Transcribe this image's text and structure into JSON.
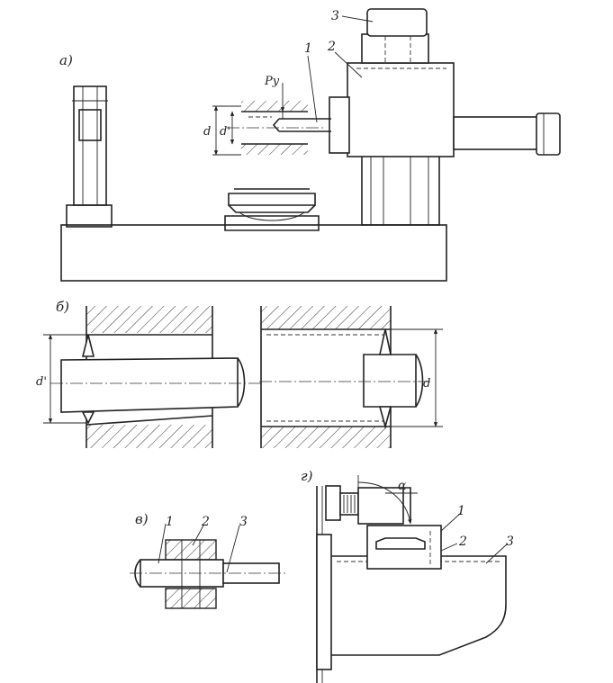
{
  "views": {
    "a": "а)",
    "b": "б)",
    "v": "в)",
    "g": "г)"
  },
  "view_a": {
    "callout_1": "1",
    "callout_2": "2",
    "callout_3": "3",
    "force_label": "Pу",
    "dim_d": "d",
    "dim_d_prime": "d'"
  },
  "view_b": {
    "dim_d_prime": "d'",
    "dim_d": "d"
  },
  "view_v": {
    "callout_1": "1",
    "callout_2": "2",
    "callout_3": "3"
  },
  "view_g": {
    "callout_1": "1",
    "callout_2": "2",
    "callout_3": "3",
    "angle_label": "α"
  }
}
